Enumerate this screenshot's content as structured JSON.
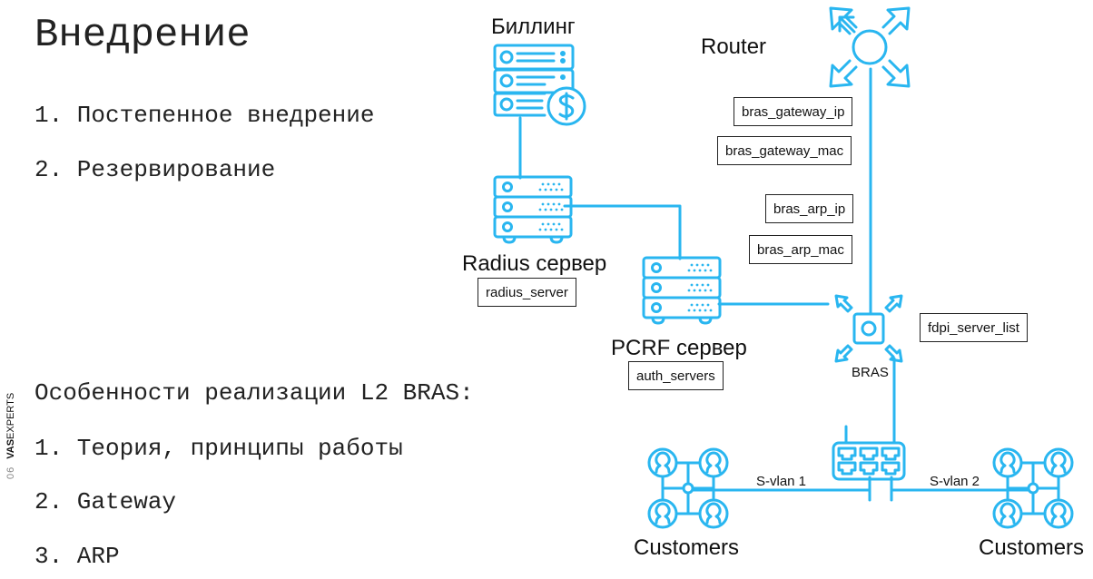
{
  "slide": {
    "title": "Внедрение",
    "list1": [
      "1. Постепенное внедрение",
      "2. Резервирование"
    ],
    "section_heading": "Особенности реализации L2 BRAS:",
    "list2": [
      "1. Теория, принципы работы",
      "2. Gateway",
      "3. ARP"
    ],
    "brand": {
      "page_number": "06",
      "name_bold": "VAS",
      "name_rest": "EXPERTS"
    }
  },
  "diagram": {
    "accent_color": "#29b6f0",
    "nodes": {
      "billing": {
        "label": "Биллинг",
        "icon": "billing-server-icon"
      },
      "router": {
        "label": "Router",
        "icon": "router-icon"
      },
      "radius": {
        "label": "Radius сервер",
        "icon": "server-icon"
      },
      "pcrf": {
        "label": "PCRF сервер",
        "icon": "server-icon"
      },
      "bras": {
        "label": "BRAS",
        "icon": "bras-icon"
      },
      "switch": {
        "icon": "switch-icon"
      },
      "customers_left": {
        "label": "Customers",
        "icon": "customers-icon"
      },
      "customers_right": {
        "label": "Customers",
        "icon": "customers-icon"
      }
    },
    "params": {
      "bras_gateway_ip": "bras_gateway_ip",
      "bras_gateway_mac": "bras_gateway_mac",
      "bras_arp_ip": "bras_arp_ip",
      "bras_arp_mac": "bras_arp_mac",
      "radius_server": "radius_server",
      "auth_servers": "auth_servers",
      "fdpi_server_list": "fdpi_server_list"
    },
    "links": {
      "svlan1": "S-vlan 1",
      "svlan2": "S-vlan 2"
    }
  }
}
